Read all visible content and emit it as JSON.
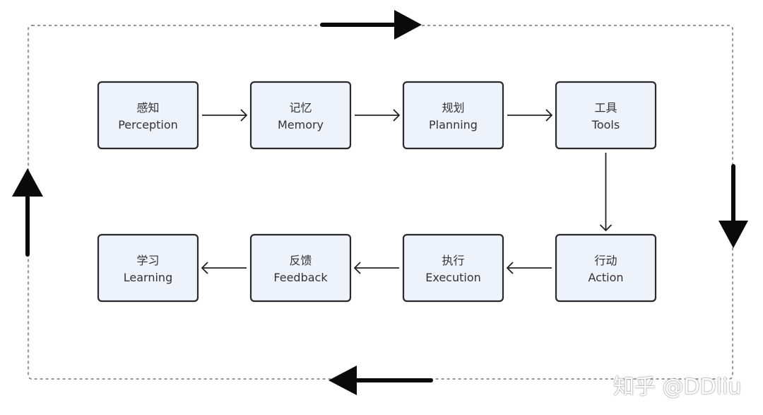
{
  "nodes": [
    {
      "id": "perception",
      "zh": "感知",
      "en": "Perception"
    },
    {
      "id": "memory",
      "zh": "记忆",
      "en": "Memory"
    },
    {
      "id": "planning",
      "zh": "规划",
      "en": "Planning"
    },
    {
      "id": "tools",
      "zh": "工具",
      "en": "Tools"
    },
    {
      "id": "action",
      "zh": "行动",
      "en": "Action"
    },
    {
      "id": "execution",
      "zh": "执行",
      "en": "Execution"
    },
    {
      "id": "feedback",
      "zh": "反馈",
      "en": "Feedback"
    },
    {
      "id": "learning",
      "zh": "学习",
      "en": "Learning"
    }
  ],
  "edges": [
    {
      "from": "perception",
      "to": "memory"
    },
    {
      "from": "memory",
      "to": "planning"
    },
    {
      "from": "planning",
      "to": "tools"
    },
    {
      "from": "tools",
      "to": "action"
    },
    {
      "from": "action",
      "to": "execution"
    },
    {
      "from": "execution",
      "to": "feedback"
    },
    {
      "from": "feedback",
      "to": "learning"
    }
  ],
  "loop": {
    "direction": "clockwise",
    "style": "dashed"
  },
  "watermark": "知乎 @DDliu",
  "colors": {
    "node_fill": "#edf2fb",
    "node_stroke": "#2a2a2a",
    "arrow": "#0a0a0a",
    "dashed_border": "#8a8a8a"
  }
}
